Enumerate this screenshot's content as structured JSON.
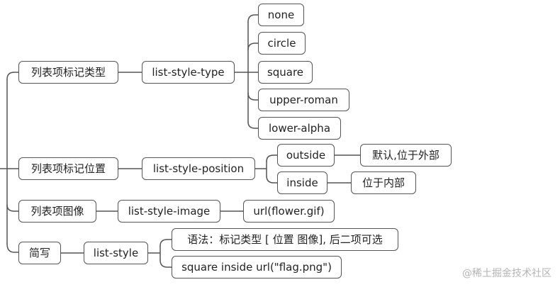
{
  "nodes": {
    "type_cat": "列表项标记类型",
    "type_prop": "list-style-type",
    "type_none": "none",
    "type_circle": "circle",
    "type_square": "square",
    "type_upper_roman": "upper-roman",
    "type_lower_alpha": "lower-alpha",
    "pos_cat": "列表项标记位置",
    "pos_prop": "list-style-position",
    "pos_outside": "outside",
    "pos_outside_note": "默认,位于外部",
    "pos_inside": "inside",
    "pos_inside_note": "位于内部",
    "img_cat": "列表项图像",
    "img_prop": "list-style-image",
    "img_value": "url(flower.gif)",
    "short_cat": "简写",
    "short_prop": "list-style",
    "short_syntax": "语法：标记类型 [ 位置 图像], 后二项可选",
    "short_example": "square inside url(\"flag.png\")"
  },
  "watermark": "@稀土掘金技术社区"
}
